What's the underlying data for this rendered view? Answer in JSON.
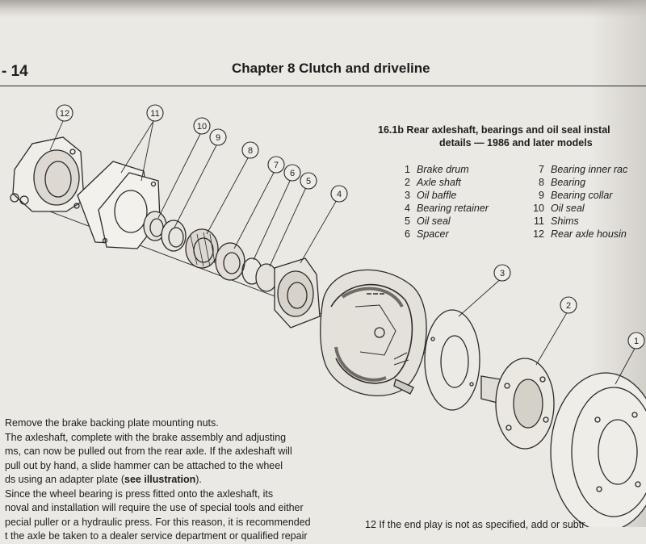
{
  "header": {
    "page_number": "- 14",
    "chapter_title": "Chapter 8  Clutch and driveline"
  },
  "figure": {
    "caption_line1": "16.1b  Rear axleshaft, bearings and oil seal instal",
    "caption_line2": "details — 1986 and later models",
    "callouts": [
      "1",
      "2",
      "3",
      "4",
      "5",
      "6",
      "7",
      "8",
      "9",
      "10",
      "11",
      "12"
    ],
    "legend": [
      {
        "num": "1",
        "label": "Brake drum"
      },
      {
        "num": "2",
        "label": "Axle shaft"
      },
      {
        "num": "3",
        "label": "Oil baffle"
      },
      {
        "num": "4",
        "label": "Bearing retainer"
      },
      {
        "num": "5",
        "label": "Oil seal"
      },
      {
        "num": "6",
        "label": "Spacer"
      },
      {
        "num": "7",
        "label": "Bearing inner rac"
      },
      {
        "num": "8",
        "label": "Bearing"
      },
      {
        "num": "9",
        "label": "Bearing collar"
      },
      {
        "num": "10",
        "label": "Oil seal"
      },
      {
        "num": "11",
        "label": "Shims"
      },
      {
        "num": "12",
        "label": "Rear axle housin"
      }
    ]
  },
  "body": {
    "line1": "Remove the brake backing plate mounting nuts.",
    "line2": "The axleshaft, complete with the brake assembly and adjusting",
    "line3": "ms, can now be pulled out from the rear axle. If the axleshaft will",
    "line4": "pull out by hand, a slide hammer can be attached to the wheel",
    "line5_pre": "ds using an adapter plate (",
    "line5_bold": "see illustration",
    "line5_post": ").",
    "line6": "Since the wheel bearing is press fitted onto the axleshaft, its",
    "line7": "noval and installation will require the use of special tools and either",
    "line8": "pecial puller or a hydraulic press. For this reason, it is recommended",
    "line9": "t the axle be taken to a dealer service department or qualified repair",
    "bottom_fragment": "12  If the end play is not as specified, add or subtr"
  }
}
